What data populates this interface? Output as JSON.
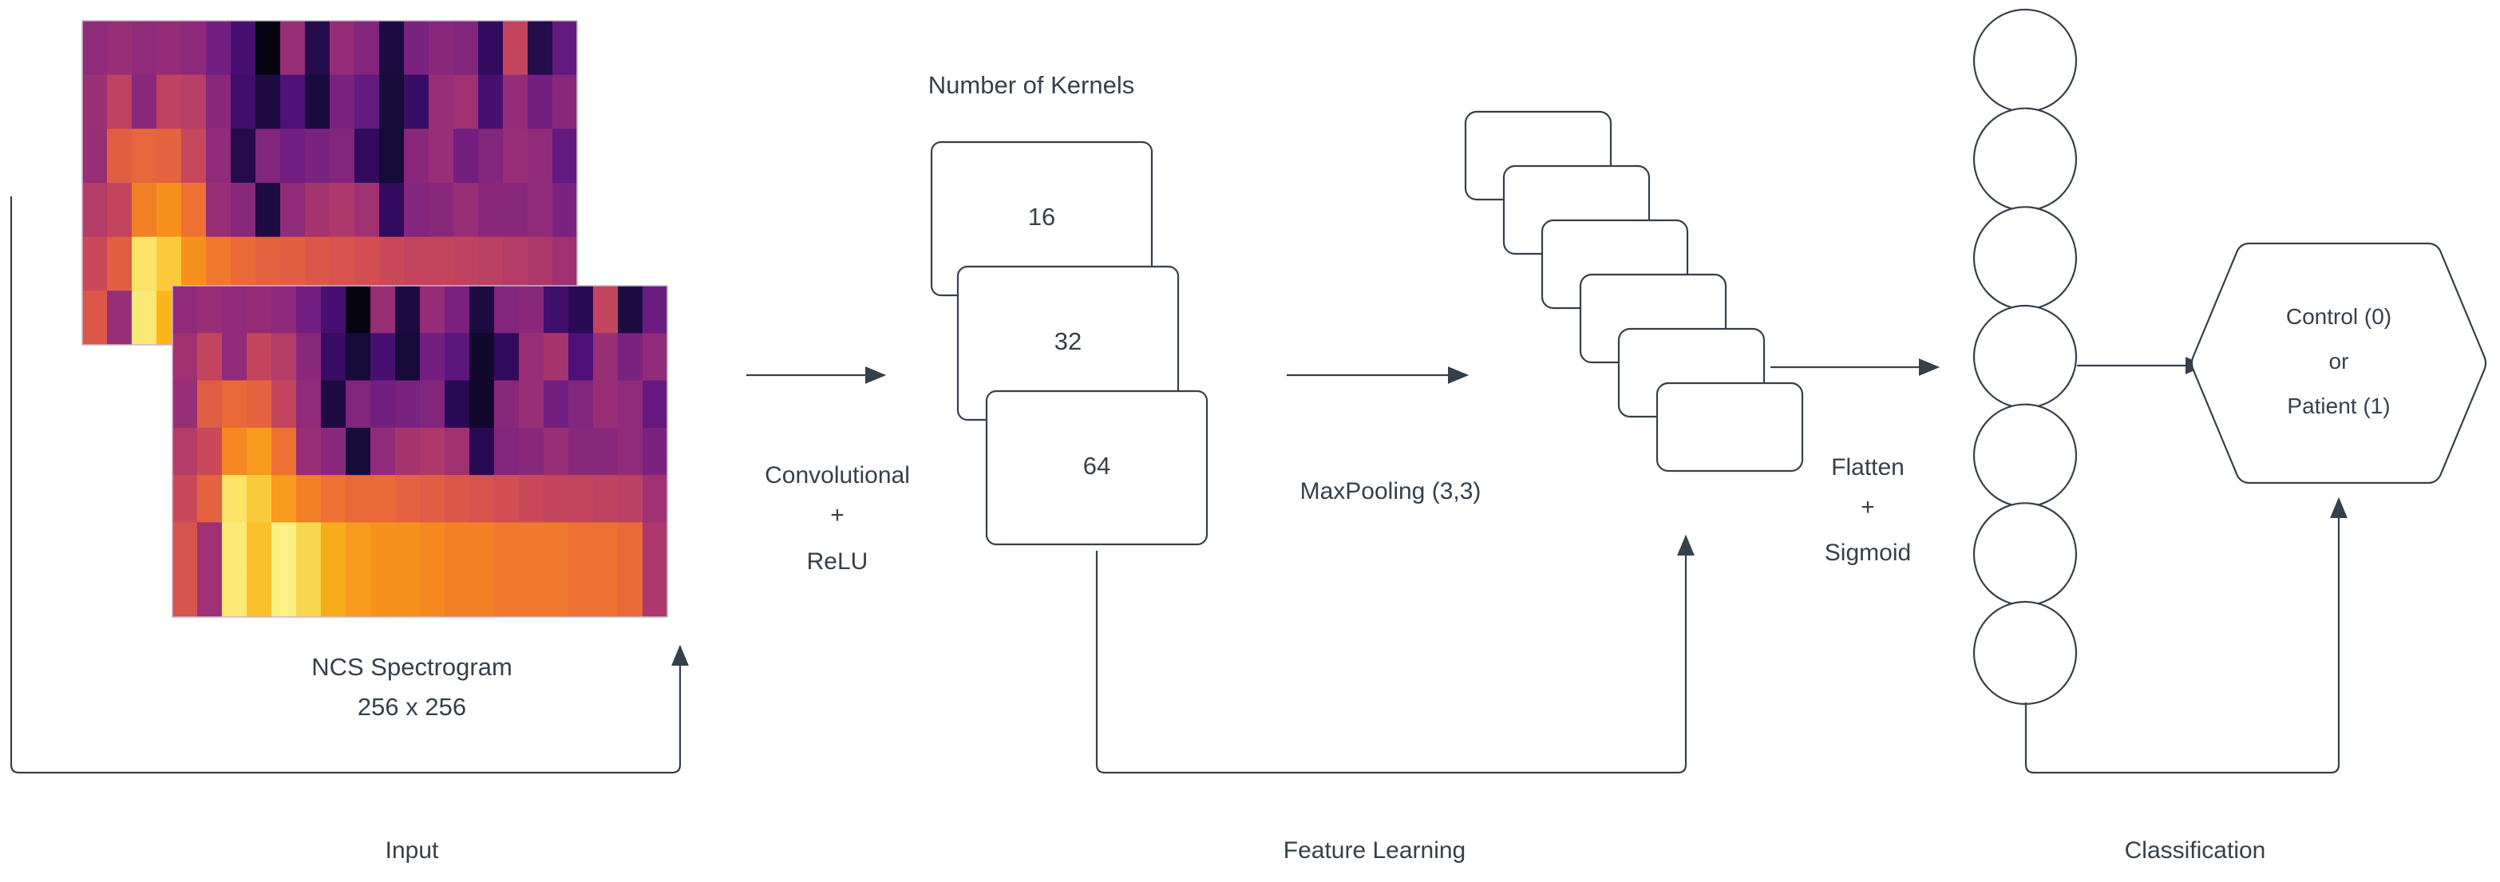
{
  "diagram": {
    "title_kernels": "Number of Kernels",
    "input": {
      "spectrogram_label_line1": "NCS Spectrogram",
      "spectrogram_label_line2": "256 x 256",
      "section_label": "Input"
    },
    "feature_learning": {
      "section_label": "Feature Learning",
      "conv_step": {
        "line1": "Convolutional",
        "line2": "+",
        "line3": "ReLU"
      },
      "kernel_boxes": [
        {
          "label": "16"
        },
        {
          "label": "32"
        },
        {
          "label": "64"
        }
      ],
      "pool_step": {
        "line1": "MaxPooling (3,3)"
      },
      "pool_stack_count": 6
    },
    "classification": {
      "section_label": "Classification",
      "flatten_step": {
        "line1": "Flatten",
        "line2": "+",
        "line3": "Sigmoid"
      },
      "dense_node_count": 7,
      "output": {
        "line1": "Control (0)",
        "line2": "or",
        "line3": "Patient (1)"
      }
    },
    "colors": {
      "stroke": "#36404a",
      "text": "#36404a",
      "background": "#ffffff"
    },
    "spectrograms": {
      "colormap": "inferno",
      "back": {
        "rows": 6,
        "cols": 20,
        "grid": [
          [
            0.42,
            0.44,
            0.42,
            0.43,
            0.41,
            0.34,
            0.22,
            0.02,
            0.44,
            0.12,
            0.43,
            0.38,
            0.1,
            0.36,
            0.4,
            0.38,
            0.16,
            0.56,
            0.12,
            0.3
          ],
          [
            0.45,
            0.55,
            0.4,
            0.55,
            0.53,
            0.4,
            0.2,
            0.1,
            0.24,
            0.09,
            0.36,
            0.3,
            0.08,
            0.18,
            0.44,
            0.46,
            0.22,
            0.43,
            0.34,
            0.4
          ],
          [
            0.44,
            0.66,
            0.69,
            0.68,
            0.57,
            0.42,
            0.12,
            0.38,
            0.34,
            0.36,
            0.38,
            0.16,
            0.08,
            0.4,
            0.44,
            0.34,
            0.38,
            0.44,
            0.42,
            0.3
          ],
          [
            0.52,
            0.56,
            0.76,
            0.8,
            0.72,
            0.44,
            0.4,
            0.1,
            0.42,
            0.48,
            0.5,
            0.46,
            0.16,
            0.38,
            0.4,
            0.44,
            0.4,
            0.4,
            0.42,
            0.36
          ],
          [
            0.58,
            0.66,
            0.96,
            0.92,
            0.8,
            0.74,
            0.7,
            0.68,
            0.66,
            0.64,
            0.62,
            0.6,
            0.58,
            0.56,
            0.56,
            0.55,
            0.54,
            0.52,
            0.5,
            0.46
          ],
          [
            0.64,
            0.44,
            0.97,
            0.88,
            0.78,
            0.74,
            0.72,
            0.7,
            0.68,
            0.66,
            0.64,
            0.62,
            0.6,
            0.58,
            0.56,
            0.54,
            0.52,
            0.5,
            0.46,
            0.44
          ]
        ]
      },
      "front": {
        "rows": 7,
        "cols": 20,
        "grid": [
          [
            0.42,
            0.44,
            0.42,
            0.43,
            0.41,
            0.34,
            0.22,
            0.02,
            0.44,
            0.1,
            0.43,
            0.36,
            0.1,
            0.38,
            0.4,
            0.2,
            0.14,
            0.56,
            0.1,
            0.32
          ],
          [
            0.46,
            0.56,
            0.42,
            0.56,
            0.52,
            0.4,
            0.18,
            0.08,
            0.22,
            0.08,
            0.34,
            0.28,
            0.06,
            0.16,
            0.44,
            0.48,
            0.24,
            0.44,
            0.36,
            0.42
          ],
          [
            0.44,
            0.66,
            0.7,
            0.68,
            0.56,
            0.42,
            0.1,
            0.38,
            0.34,
            0.36,
            0.38,
            0.14,
            0.06,
            0.4,
            0.44,
            0.34,
            0.38,
            0.44,
            0.42,
            0.3
          ],
          [
            0.52,
            0.58,
            0.78,
            0.82,
            0.72,
            0.44,
            0.4,
            0.08,
            0.42,
            0.48,
            0.5,
            0.46,
            0.14,
            0.38,
            0.4,
            0.44,
            0.4,
            0.4,
            0.42,
            0.36
          ],
          [
            0.58,
            0.68,
            0.96,
            0.92,
            0.82,
            0.76,
            0.72,
            0.7,
            0.7,
            0.68,
            0.66,
            0.64,
            0.62,
            0.6,
            0.58,
            0.56,
            0.56,
            0.55,
            0.54,
            0.46
          ],
          [
            0.62,
            0.46,
            0.97,
            0.9,
            0.98,
            0.94,
            0.86,
            0.82,
            0.8,
            0.8,
            0.78,
            0.76,
            0.76,
            0.74,
            0.74,
            0.74,
            0.72,
            0.72,
            0.7,
            0.5
          ],
          [
            0.62,
            0.46,
            0.97,
            0.9,
            0.98,
            0.94,
            0.86,
            0.82,
            0.8,
            0.8,
            0.78,
            0.76,
            0.76,
            0.74,
            0.74,
            0.74,
            0.72,
            0.72,
            0.7,
            0.5
          ]
        ]
      }
    }
  }
}
